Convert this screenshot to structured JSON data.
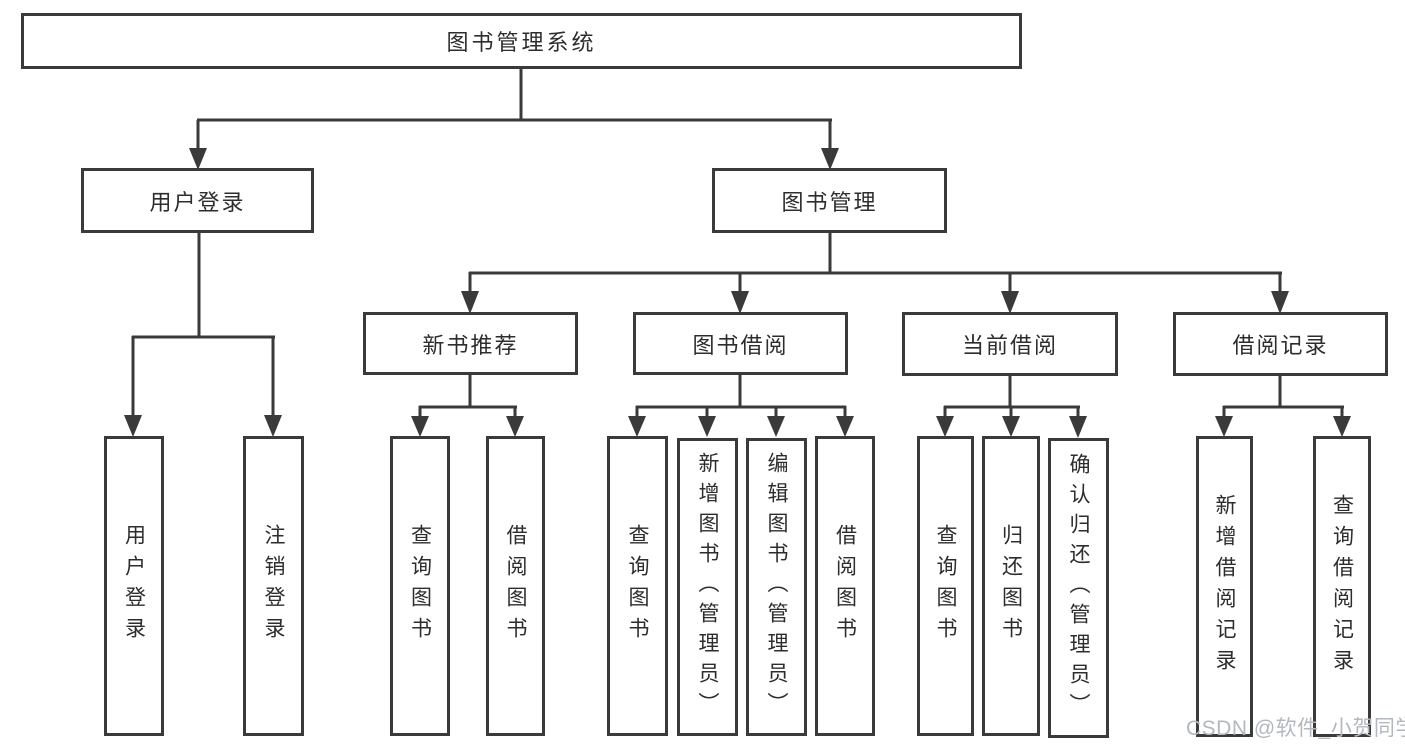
{
  "tree": {
    "label": "图书管理系统",
    "children": [
      {
        "label": "用户登录",
        "children": [
          {
            "label": "用户登录"
          },
          {
            "label": "注销登录"
          }
        ]
      },
      {
        "label": "图书管理",
        "children": [
          {
            "label": "新书推荐",
            "children": [
              {
                "label": "查询图书"
              },
              {
                "label": "借阅图书"
              }
            ]
          },
          {
            "label": "图书借阅",
            "children": [
              {
                "label": "查询图书"
              },
              {
                "label": "新增图书（管理员）"
              },
              {
                "label": "编辑图书（管理员）"
              },
              {
                "label": "借阅图书"
              }
            ]
          },
          {
            "label": "当前借阅",
            "children": [
              {
                "label": "查询图书"
              },
              {
                "label": "归还图书"
              },
              {
                "label": "确认归还（管理员）"
              }
            ]
          },
          {
            "label": "借阅记录",
            "children": [
              {
                "label": "新增借阅记录"
              },
              {
                "label": "查询借阅记录"
              }
            ]
          }
        ]
      }
    ]
  },
  "watermark": {
    "text": "CSDN @软件_小贺同学"
  },
  "colors": {
    "line": "#3a3a3a",
    "text": "#2d2d2d",
    "background": "#ffffff",
    "watermark": "#b3b8be"
  }
}
